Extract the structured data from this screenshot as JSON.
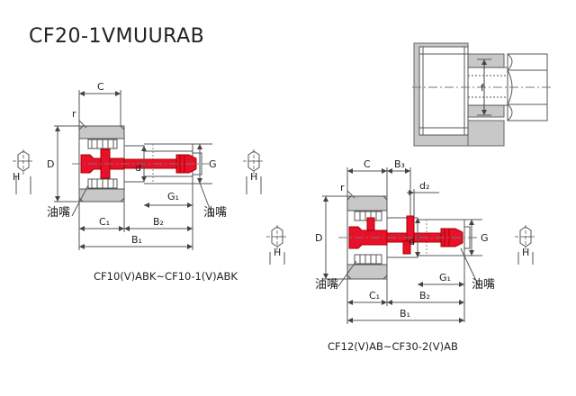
{
  "title": "CF20-1VMUURAB",
  "captions": {
    "left": "CF10(V)ABK~CF10-1(V)ABK",
    "right": "CF12(V)AB~CF30-2(V)AB"
  },
  "labels": {
    "C": "C",
    "r": "r",
    "D": "D",
    "d": "d",
    "G": "G",
    "G1": "G₁",
    "H": "H",
    "B1": "B₁",
    "B2": "B₂",
    "B3": "B₃",
    "C1": "C₁",
    "d2": "d₂",
    "f": "f",
    "oil_port": "油嘴"
  },
  "colors": {
    "red": "#e8102a",
    "gray_fill": "#c8c8c8",
    "dark_gray": "#8c8c8c",
    "line": "#555555",
    "text": "#222222"
  }
}
